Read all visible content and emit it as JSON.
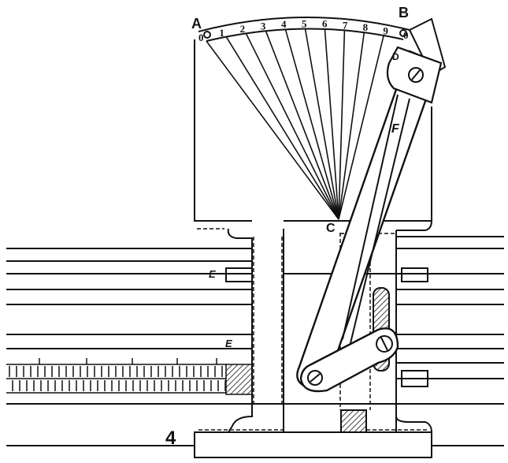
{
  "labels": {
    "a": "A",
    "b": "B",
    "c": "C",
    "d": "D",
    "e_upper": "E",
    "e_lower": "E",
    "f": "F",
    "figure_number": "4"
  },
  "scale": [
    "0",
    "1",
    "2",
    "3",
    "4",
    "5",
    "6",
    "7",
    "8",
    "9",
    "0"
  ],
  "colors": {
    "ink": "#111111",
    "paper": "#ffffff"
  }
}
